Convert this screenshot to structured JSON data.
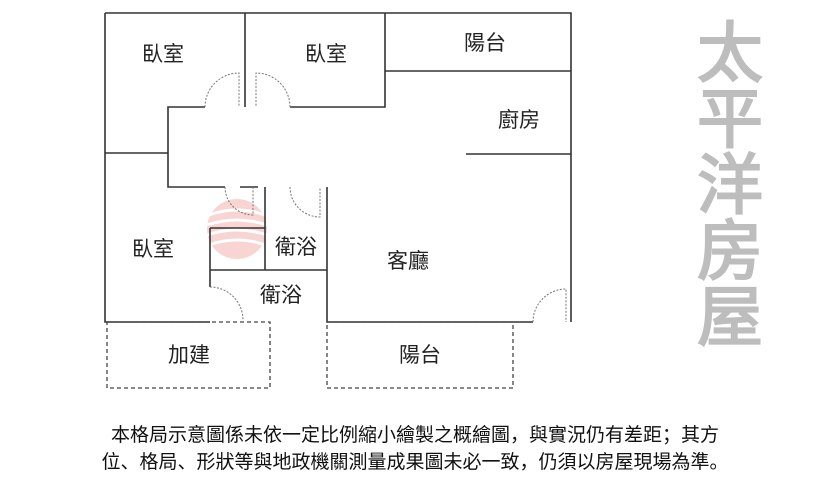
{
  "rooms": {
    "bedroom_1": "臥室",
    "bedroom_2": "臥室",
    "balcony_top": "陽台",
    "kitchen": "廚房",
    "bedroom_3": "臥室",
    "bathroom_1": "衛浴",
    "living_room": "客廳",
    "bathroom_2": "衛浴",
    "extension": "加建",
    "balcony_bottom": "陽台"
  },
  "watermark": "太平洋房屋",
  "disclaimer": {
    "line1": "本格局示意圖係未依一定比例縮小繪製之概繪圖，與實況仍有差距；其方",
    "line2": "位、格局、形狀等與地政機關測量成果圖未必一致，仍須以房屋現場為準。"
  },
  "colors": {
    "logo": "#e8545a",
    "watermark": "#bdbdbd"
  }
}
